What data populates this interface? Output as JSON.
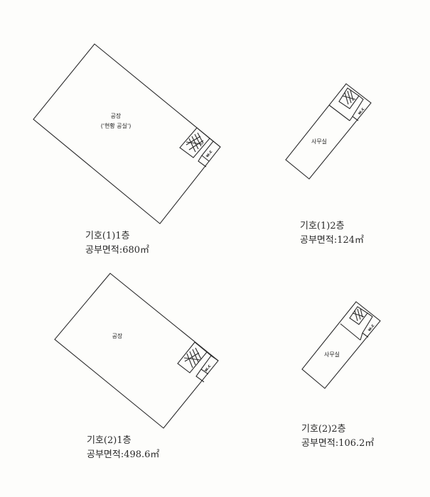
{
  "plans": [
    {
      "id": "1-1",
      "room_main": "공장",
      "room_note": "('현황 공실')",
      "wc": "w.c",
      "caption": {
        "title": "기호(1)1층",
        "area": "공부면적:680㎡"
      }
    },
    {
      "id": "1-2",
      "room_main": "사무실",
      "wc": "w.c",
      "caption": {
        "title": "기호(1)2층",
        "area": "공부면적:124㎡"
      }
    },
    {
      "id": "2-1",
      "room_main": "공장",
      "wc": "w.c",
      "caption": {
        "title": "기호(2)1층",
        "area": "공부면적:498.6㎡"
      }
    },
    {
      "id": "2-2",
      "room_main": "사무실",
      "wc": "w.c",
      "caption": {
        "title": "기호(2)2층",
        "area": "공부면적:106.2㎡"
      }
    }
  ]
}
